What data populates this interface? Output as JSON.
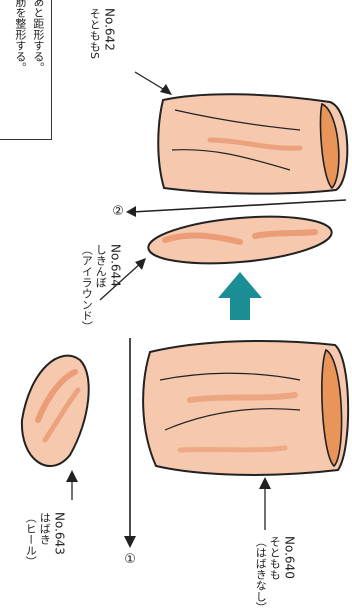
{
  "note": {
    "lines": [
      "あと距形する。",
      "筋を整形する。"
    ]
  },
  "labels": {
    "no642": {
      "number": "No.642",
      "name": "そとももS"
    },
    "no644": {
      "number": "No.644",
      "name": "しきんぼ",
      "alias": "（アイラウンド）"
    },
    "no643": {
      "number": "No.643",
      "name": "はばき",
      "alias": "（ヒール）"
    },
    "no640": {
      "number": "No.640",
      "name": "そともも",
      "alias": "（はばきなし）"
    }
  },
  "steps": {
    "step1": "①",
    "step2": "②"
  },
  "colors": {
    "meat": "#f6c8ae",
    "meat_streak": "#e58a5f",
    "cut_face": "#e9955a",
    "arrow_teal": "#1a8e94",
    "line": "#222222"
  }
}
